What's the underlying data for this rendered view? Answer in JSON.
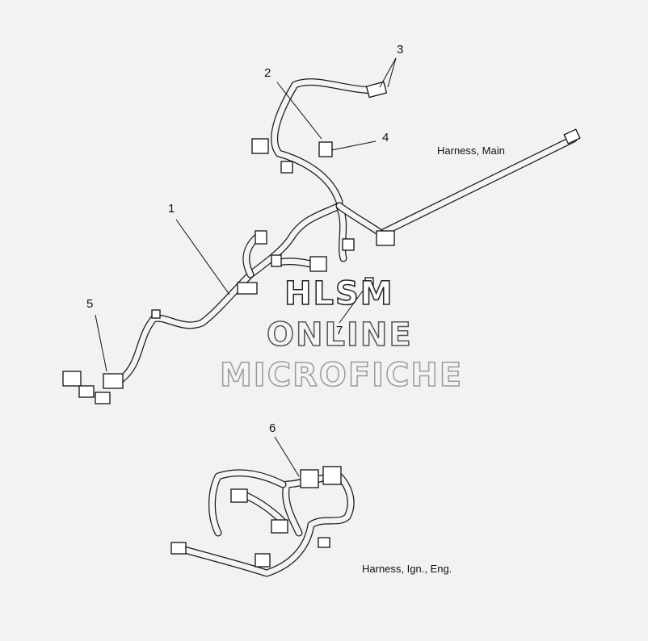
{
  "callouts": {
    "c1": "1",
    "c2": "2",
    "c3": "3",
    "c4": "4",
    "c5": "5",
    "c6": "6",
    "c7": "7"
  },
  "captions": {
    "main": "Harness, Main",
    "ign": "Harness, Ign., Eng."
  },
  "watermark": {
    "line1": "HLSM",
    "line2": "ONLINE",
    "line3": "MICROFICHE"
  }
}
